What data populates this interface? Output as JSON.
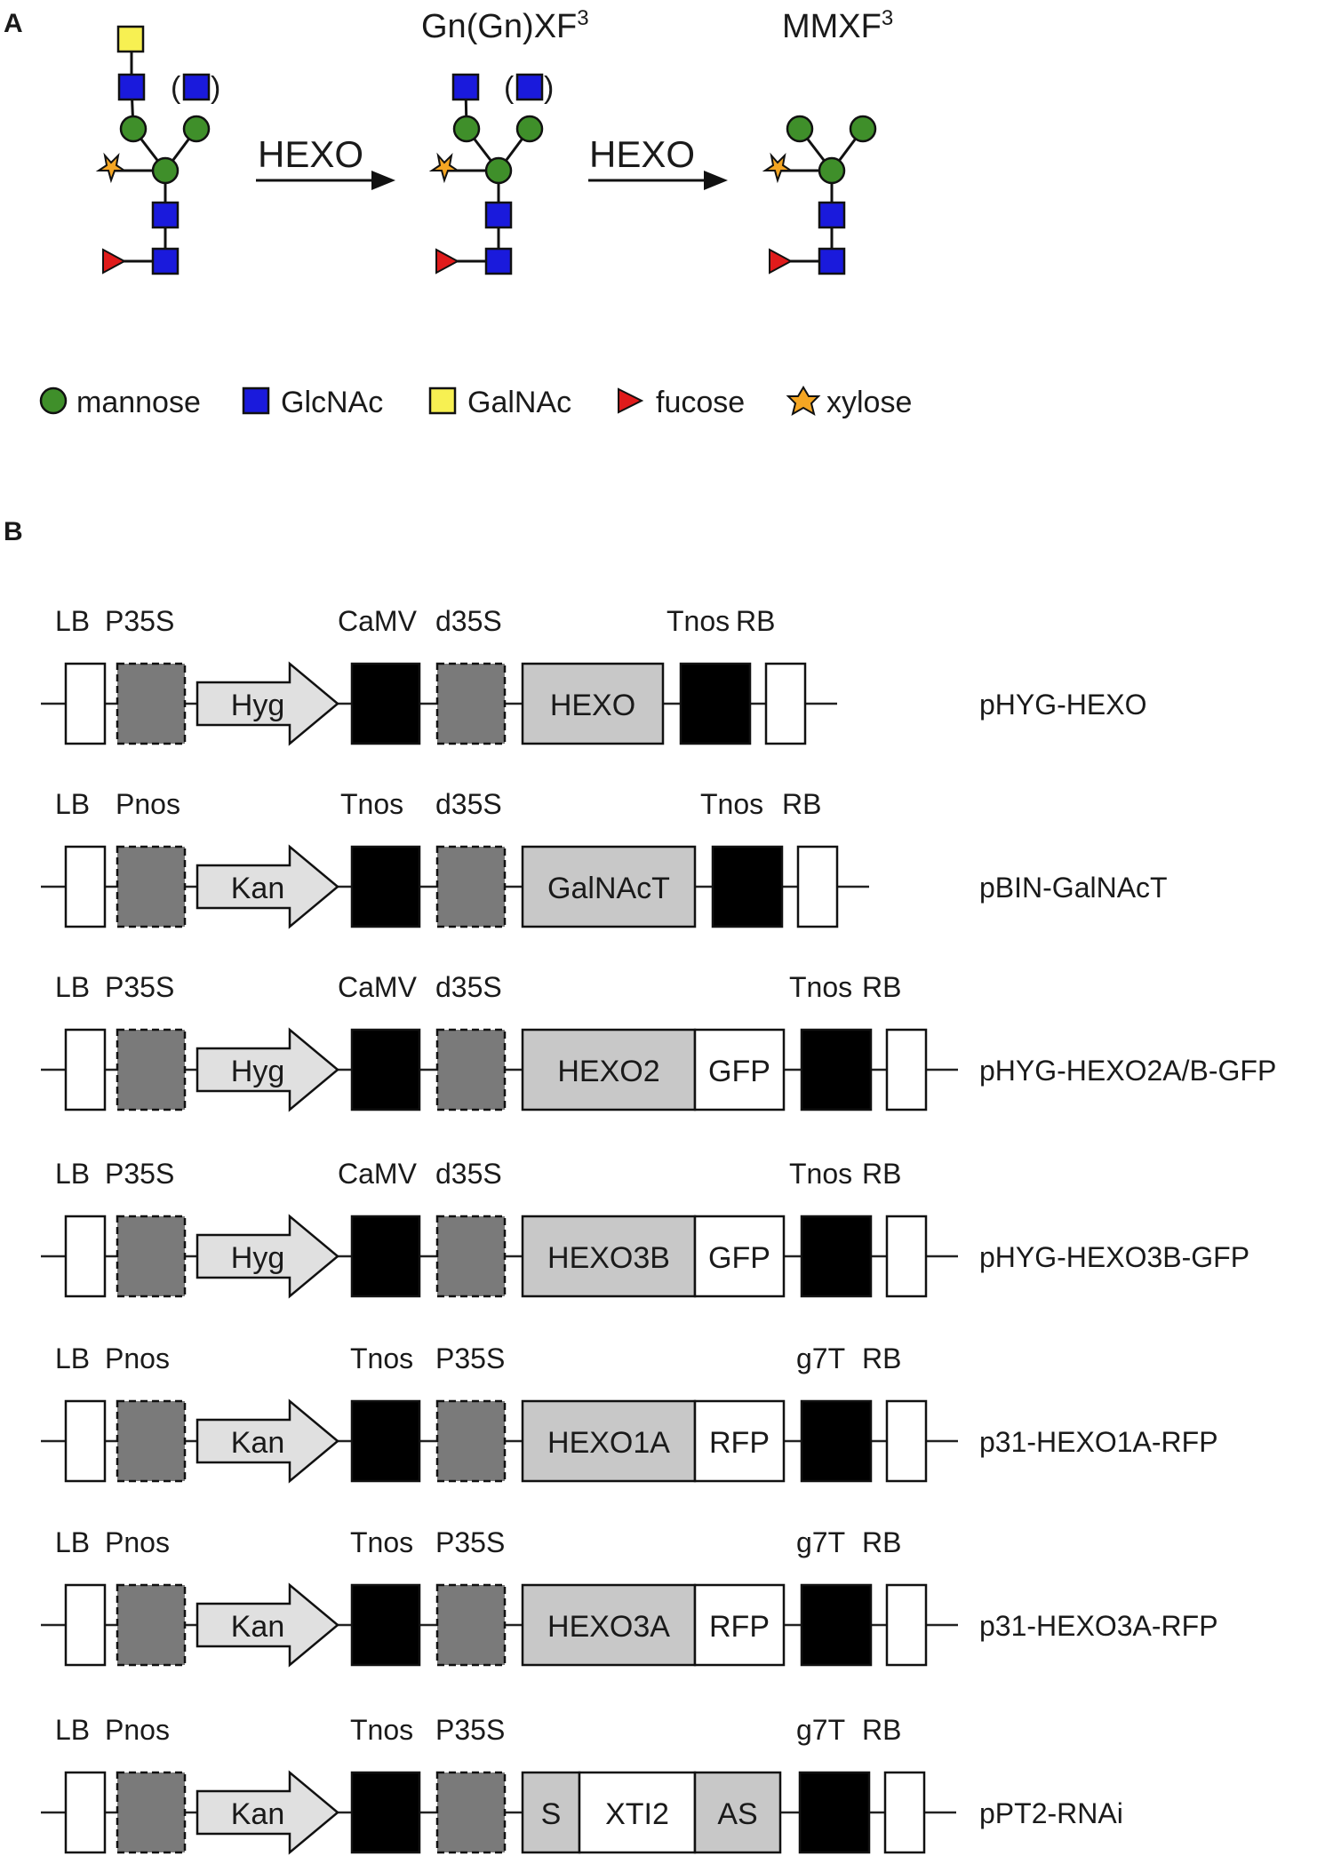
{
  "panel_a": {
    "label": "A",
    "steps": [
      {
        "arrow_label": "HEXO"
      },
      {
        "arrow_label": "HEXO"
      }
    ],
    "structures": [
      {
        "title": "",
        "branch_marker": "(",
        "branch_marker_close": ")"
      },
      {
        "title": "Gn(Gn)XF",
        "title_sup": "3",
        "branch_marker": "(",
        "branch_marker_close": ")"
      },
      {
        "title": "MMXF",
        "title_sup": "3"
      }
    ],
    "legend": [
      {
        "symbol": "mannose",
        "label": "mannose",
        "color": "#3f8f2a"
      },
      {
        "symbol": "glcnac",
        "label": "GlcNAc",
        "color": "#1a1adc"
      },
      {
        "symbol": "galnac",
        "label": "GalNAc",
        "color": "#f7f052"
      },
      {
        "symbol": "fucose",
        "label": "fucose",
        "color": "#e01b1b"
      },
      {
        "symbol": "xylose",
        "label": "xylose",
        "color": "#f5a623"
      }
    ]
  },
  "panel_b": {
    "label": "B",
    "constructs": [
      {
        "name": "pHYG-HEXO",
        "labels": [
          "LB",
          "P35S",
          "CaMV",
          "d35S",
          "Tnos",
          "RB"
        ],
        "marker": "Hyg",
        "segments": [
          {
            "text": "HEXO",
            "fill": "gray"
          }
        ]
      },
      {
        "name": "pBIN-GalNAcT",
        "labels": [
          "LB",
          "Pnos",
          "Tnos",
          "d35S",
          "Tnos",
          "RB"
        ],
        "marker": "Kan",
        "segments": [
          {
            "text": "GalNAcT",
            "fill": "gray"
          }
        ]
      },
      {
        "name": "pHYG-HEXO2A/B-GFP",
        "labels": [
          "LB",
          "P35S",
          "CaMV",
          "d35S",
          "Tnos",
          "RB"
        ],
        "marker": "Hyg",
        "segments": [
          {
            "text": "HEXO2",
            "fill": "gray"
          },
          {
            "text": "GFP",
            "fill": "white"
          }
        ]
      },
      {
        "name": "pHYG-HEXO3B-GFP",
        "labels": [
          "LB",
          "P35S",
          "CaMV",
          "d35S",
          "Tnos",
          "RB"
        ],
        "marker": "Hyg",
        "segments": [
          {
            "text": "HEXO3B",
            "fill": "gray"
          },
          {
            "text": "GFP",
            "fill": "white"
          }
        ]
      },
      {
        "name": "p31-HEXO1A-RFP",
        "labels": [
          "LB",
          "Pnos",
          "Tnos",
          "P35S",
          "g7T",
          "RB"
        ],
        "marker": "Kan",
        "segments": [
          {
            "text": "HEXO1A",
            "fill": "gray"
          },
          {
            "text": "RFP",
            "fill": "white"
          }
        ]
      },
      {
        "name": "p31-HEXO3A-RFP",
        "labels": [
          "LB",
          "Pnos",
          "Tnos",
          "P35S",
          "g7T",
          "RB"
        ],
        "marker": "Kan",
        "segments": [
          {
            "text": "HEXO3A",
            "fill": "gray"
          },
          {
            "text": "RFP",
            "fill": "white"
          }
        ]
      },
      {
        "name": "pPT2-RNAi",
        "labels": [
          "LB",
          "Pnos",
          "Tnos",
          "P35S",
          "g7T",
          "RB"
        ],
        "marker": "Kan",
        "segments": [
          {
            "text": "S",
            "fill": "gray"
          },
          {
            "text": "XTI2",
            "fill": "white"
          },
          {
            "text": "AS",
            "fill": "gray"
          }
        ]
      }
    ]
  }
}
